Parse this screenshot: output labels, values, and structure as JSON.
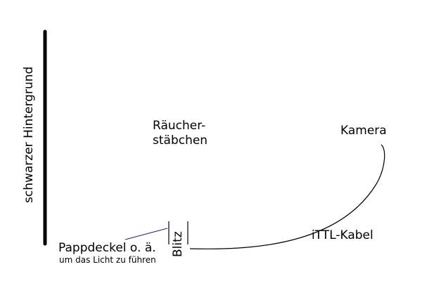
{
  "labels": {
    "background": "schwarzer Hintergrund",
    "incense_line1": "Räucher-",
    "incense_line2": "stäbchen",
    "camera": "Kamera",
    "cable": "iTTL-Kabel",
    "flash": "Blitz",
    "cardboard": "Pappdeckel o. ä.",
    "cardboard_note": "um das Licht zu führen"
  },
  "colors": {
    "ink": "#000000",
    "cardboard_line": "#1a237e",
    "background": "#ffffff"
  }
}
